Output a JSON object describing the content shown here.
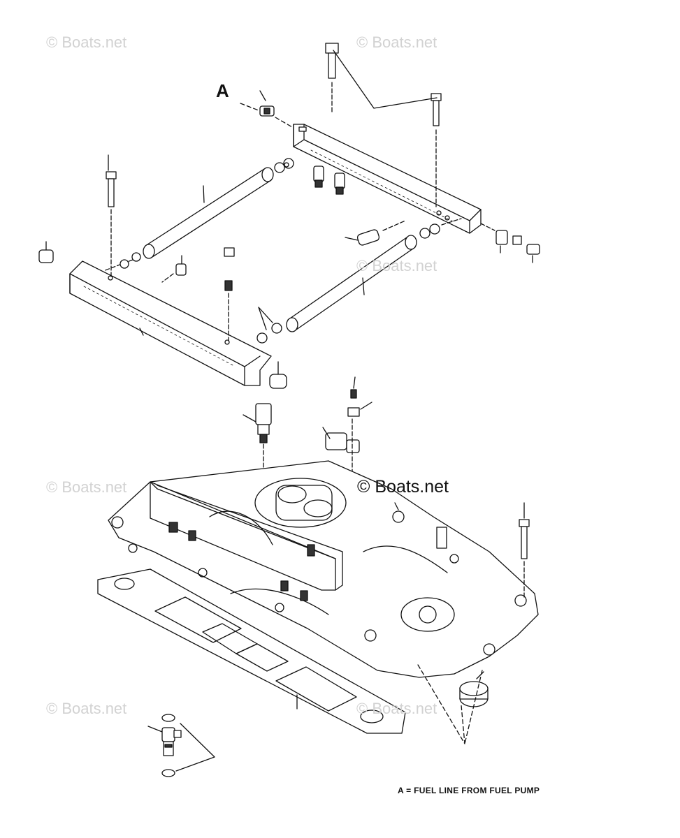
{
  "callout_label": "A",
  "legend_text": "A = FUEL LINE FROM FUEL PUMP",
  "watermark": "© Boats.net",
  "watermark_center": "© Boats.net"
}
